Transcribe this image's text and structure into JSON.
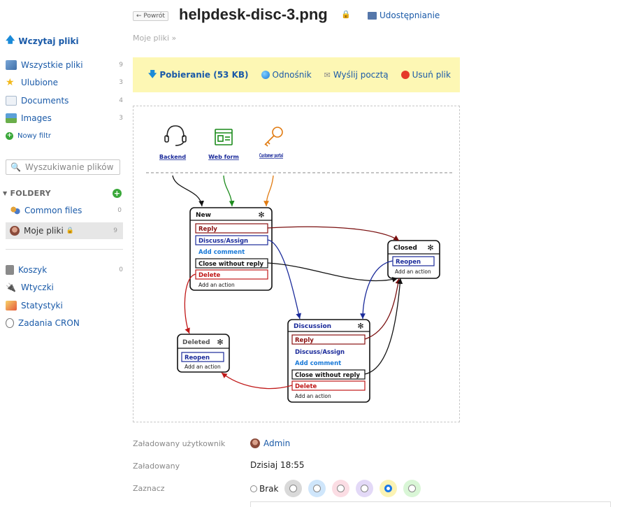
{
  "sidebar": {
    "upload": "Wczytaj pliki",
    "items": [
      {
        "label": "Wszystkie pliki",
        "count": "9"
      },
      {
        "label": "Ulubione",
        "count": "3"
      },
      {
        "label": "Documents",
        "count": "4"
      },
      {
        "label": "Images",
        "count": "3"
      }
    ],
    "new_filter": "Nowy filtr",
    "search_placeholder": "Wyszukiwanie plików",
    "folders_heading": "FOLDERY",
    "folders": [
      {
        "label": "Common files",
        "count": "0"
      },
      {
        "label": "Moje pliki",
        "count": "9"
      }
    ],
    "bottom_items": [
      {
        "label": "Koszyk",
        "count": "0"
      },
      {
        "label": "Wtyczki"
      },
      {
        "label": "Statystyki"
      },
      {
        "label": "Zadania CRON"
      }
    ]
  },
  "header": {
    "back": "← Powrót",
    "title": "helpdesk-disc-3.png",
    "share": "Udostępnianie",
    "breadcrumb": "Moje pliki »"
  },
  "actions": {
    "download": "Pobieranie (53 KB)",
    "link": "Odnośnik",
    "email": "Wyślij pocztą",
    "delete": "Usuń plik"
  },
  "diagram": {
    "sources": [
      "Backend",
      "Web form",
      "Customer portal"
    ],
    "new": {
      "title": "New",
      "actions": [
        "Reply",
        "Discuss/Assign",
        "Add comment",
        "Close without reply",
        "Delete",
        "Add an action"
      ]
    },
    "closed": {
      "title": "Closed",
      "actions": [
        "Reopen",
        "Add an action"
      ]
    },
    "deleted": {
      "title": "Deleted",
      "actions": [
        "Reopen",
        "Add an action"
      ]
    },
    "discussion": {
      "title": "Discussion",
      "actions": [
        "Reply",
        "Discuss/Assign",
        "Add comment",
        "Close without reply",
        "Delete",
        "Add an action"
      ]
    }
  },
  "meta": {
    "uploaded_by_label": "Załadowany użytkownik",
    "uploaded_by": "Admin",
    "uploaded_label": "Załadowany",
    "uploaded": "Dzisiaj 18:55",
    "mark_label": "Zaznacz",
    "none_label": "Brak",
    "swatches": [
      "#d9d9d9",
      "#cfe6fb",
      "#fbdde4",
      "#e3d9f7",
      "#fbf3b4",
      "#d9f6d6"
    ],
    "selected_swatch": 4
  }
}
